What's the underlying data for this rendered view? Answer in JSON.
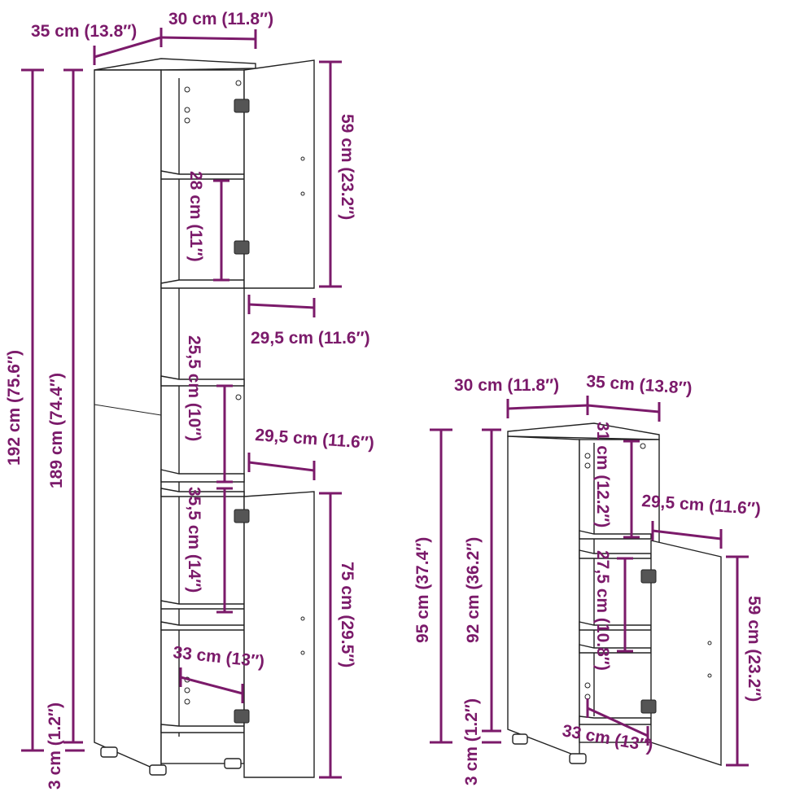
{
  "colors": {
    "dimension": "#7b1a6a",
    "outline": "#222222",
    "background": "#ffffff"
  },
  "tall_cabinet": {
    "depth": "35 cm (13.8″)",
    "width": "30 cm (11.8″)",
    "total_height": "192 cm (75.6″)",
    "body_height": "189 cm (74.4″)",
    "leg_height": "3 cm (1.2″)",
    "upper_door_height": "59 cm (23.2″)",
    "upper_shelf_gap": "28 cm (11″)",
    "inner_width_1": "29,5 cm (11.6″)",
    "middle_gap": "25,5 cm (10″)",
    "inner_width_2": "29,5 cm (11.6″)",
    "lower_shelf_gap": "35,5 cm (14″)",
    "lower_door_height": "75 cm (29.5″)",
    "inner_depth": "33 cm (13″)"
  },
  "short_cabinet": {
    "width": "30 cm (11.8″)",
    "depth": "35 cm (13.8″)",
    "total_height": "95 cm (37.4″)",
    "body_height": "92 cm (36.2″)",
    "leg_height": "3 cm (1.2″)",
    "top_gap": "31 cm (12.2″)",
    "inner_width": "29,5 cm (11.6″)",
    "shelf_gap": "27,5 cm (10.8″)",
    "door_height": "59 cm (23.2″)",
    "inner_depth": "33 cm (13″)"
  }
}
